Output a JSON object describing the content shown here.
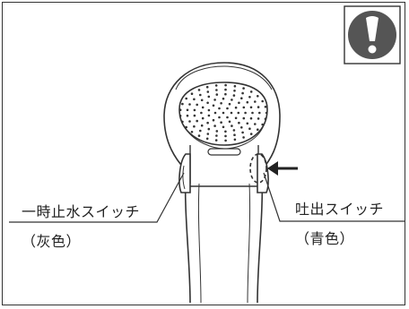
{
  "diagram": {
    "warning_icon": "exclamation-icon",
    "labels": {
      "stop_switch": {
        "name": "一時止水スイッチ",
        "color": "（灰色）"
      },
      "outlet_switch": {
        "name": "吐出スイッチ",
        "color": "（青色）"
      }
    },
    "colors": {
      "line": "#333333",
      "warning_fill": "#555555",
      "background": "#ffffff"
    }
  }
}
